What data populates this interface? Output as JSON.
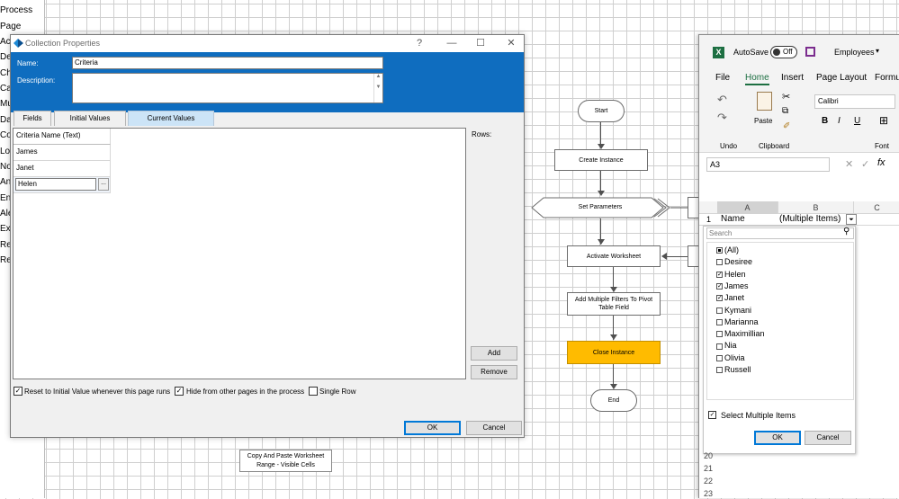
{
  "left_panel": {
    "items": [
      "Process",
      "Page",
      "Acti",
      "Dec",
      "Cho",
      "Calc",
      "Mul",
      "Dat",
      "Coll",
      "Loo",
      "Not",
      "Anc",
      "End",
      "Ale",
      "Exc",
      "Rec",
      "Res"
    ]
  },
  "flowchart": {
    "start": "Start",
    "create_instance": "Create Instance",
    "set_parameters": "Set Parameters",
    "activate_worksheet": "Activate Worksheet",
    "add_filters": "Add Multiple Filters To Pivot Table Field",
    "close_instance": "Close Instance",
    "end": "End",
    "copy_paste": "Copy And Paste Worksheet Range  - Visible Cells",
    "colors": {
      "highlight": "#ffbb00"
    }
  },
  "dialog": {
    "title": "Collection Properties",
    "help_icon": "?",
    "name_label": "Name:",
    "name_value": "Criteria",
    "description_label": "Description:",
    "tabs": [
      "Fields",
      "Initial Values",
      "Current Values"
    ],
    "column_header": "Criteria Name  (Text)",
    "rows": [
      "James",
      "Janet",
      "Helen"
    ],
    "ellipsis": "...",
    "rows_label": "Rows:",
    "add_label": "Add",
    "remove_label": "Remove",
    "checkbox_reset": "Reset to Initial Value whenever this page runs",
    "checkbox_hide": "Hide from other pages in the process",
    "checkbox_single": "Single Row",
    "check_mark": "✓",
    "ok_label": "OK",
    "cancel_label": "Cancel",
    "colors": {
      "header": "#0f6dbf",
      "active_tab": "#cce4f7"
    }
  },
  "excel": {
    "autosave_label": "AutoSave",
    "toggle_label": "Off",
    "file_name": "Employees",
    "tabs": [
      "File",
      "Home",
      "Insert",
      "Page Layout",
      "Formu"
    ],
    "undo_label": "Undo",
    "clipboard_label": "Clipboard",
    "paste_label": "Paste",
    "font_name": "Calibri",
    "font_group_label": "Font",
    "bold": "B",
    "italic": "I",
    "underline": "U",
    "name_box": "A3",
    "fx": "fx",
    "col_a": "A",
    "col_b": "B",
    "col_c": "C",
    "row1_num": "1",
    "row1_name": "Name",
    "row1_value": "(Multiple Items)",
    "search_placeholder": "Search",
    "filter_items": [
      {
        "label": "(All)",
        "state": "mixed"
      },
      {
        "label": "Desiree",
        "state": "unchecked"
      },
      {
        "label": "Helen",
        "state": "checked"
      },
      {
        "label": "James",
        "state": "checked"
      },
      {
        "label": "Janet",
        "state": "checked"
      },
      {
        "label": "Kymani",
        "state": "unchecked"
      },
      {
        "label": "Marianna",
        "state": "unchecked"
      },
      {
        "label": "Maximillian",
        "state": "unchecked"
      },
      {
        "label": "Nia",
        "state": "unchecked"
      },
      {
        "label": "Olivia",
        "state": "unchecked"
      },
      {
        "label": "Russell",
        "state": "unchecked"
      }
    ],
    "select_multiple_label": "Select Multiple Items",
    "ok_label": "OK",
    "cancel_label": "Cancel",
    "row_numbers": [
      "20",
      "21",
      "22",
      "23"
    ],
    "colors": {
      "excel_green": "#1d6f42",
      "save_purple": "#7b2c8e"
    }
  }
}
